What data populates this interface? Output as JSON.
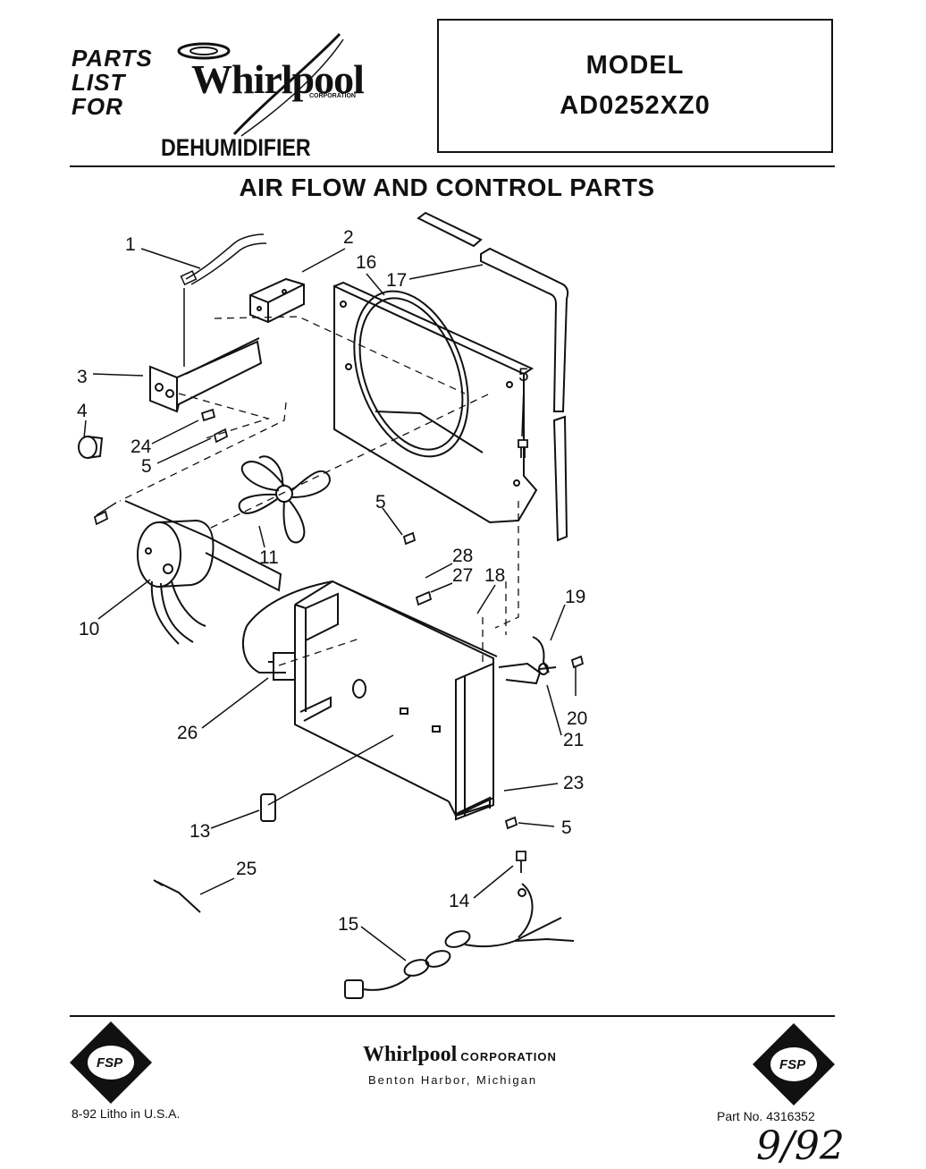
{
  "header": {
    "parts_list_lines": [
      "PARTS",
      "LIST",
      "FOR"
    ],
    "brand": "Whirlpool",
    "brand_corp": "CORPORATION",
    "product": "DEHUMIDIFIER",
    "model_label": "MODEL",
    "model_number": "AD0252XZ0"
  },
  "section_title": "AIR FLOW AND CONTROL PARTS",
  "callouts": [
    "1",
    "2",
    "3",
    "4",
    "24",
    "5",
    "16",
    "17",
    "5",
    "5",
    "11",
    "10",
    "28",
    "27",
    "18",
    "19",
    "26",
    "20",
    "21",
    "23",
    "13",
    "5",
    "25",
    "14",
    "15"
  ],
  "footer": {
    "brand": "Whirlpool",
    "corp": "CORPORATION",
    "city": "Benton Harbor, Michigan",
    "litho": "8-92 Litho in U.S.A.",
    "part_number": "Part No. 4316352",
    "handwritten_date": "9/92",
    "badge_left": "FSP",
    "badge_right": "FSP"
  }
}
